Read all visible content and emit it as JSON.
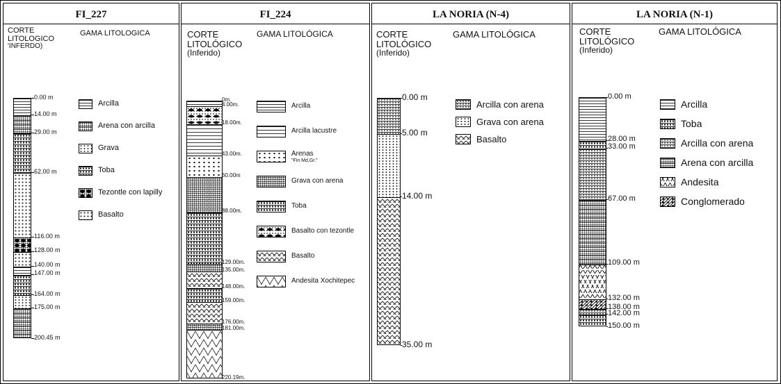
{
  "panels": [
    {
      "title": "FI_227",
      "corte": [
        "CORTE",
        "LITOLOGICO",
        "'INFERDO)"
      ],
      "gama": "GAMA LITOLOGICA",
      "legend": [
        {
          "label": "Arcilla",
          "pattern": "p-arcilla"
        },
        {
          "label": "Arena con arcilla",
          "pattern": "p-arena-arcilla"
        },
        {
          "label": "Grava",
          "pattern": "p-grava"
        },
        {
          "label": "Toba",
          "pattern": "p-toba"
        },
        {
          "label": "Tezontle con lapilly",
          "pattern": "p-tezontle"
        },
        {
          "label": "Basalto",
          "pattern": "p-basalto"
        }
      ],
      "column": {
        "top": 0.0,
        "bottom": 200.45
      },
      "layers": [
        {
          "from": 0,
          "to": 14,
          "pattern": "p-arcilla"
        },
        {
          "from": 14,
          "to": 29,
          "pattern": "p-arena-arcilla"
        },
        {
          "from": 29,
          "to": 62,
          "pattern": "p-toba"
        },
        {
          "from": 62,
          "to": 116,
          "pattern": "p-basalto"
        },
        {
          "from": 116,
          "to": 128,
          "pattern": "p-tezontle"
        },
        {
          "from": 128,
          "to": 140,
          "pattern": "p-basalto"
        },
        {
          "from": 140,
          "to": 147,
          "pattern": "p-arcilla"
        },
        {
          "from": 147,
          "to": 164,
          "pattern": "p-toba"
        },
        {
          "from": 164,
          "to": 175,
          "pattern": "p-grava"
        },
        {
          "from": 175,
          "to": 200.45,
          "pattern": "p-arena-arcilla"
        }
      ],
      "depths": [
        {
          "value": 0,
          "label": "0.00 m"
        },
        {
          "value": 14,
          "label": "14.00 m"
        },
        {
          "value": 29,
          "label": "29.00 m"
        },
        {
          "value": 62,
          "label": "62.00 m"
        },
        {
          "value": 116,
          "label": "116.00 m"
        },
        {
          "value": 128,
          "label": "128.00 m"
        },
        {
          "value": 140,
          "label": "140.00 m"
        },
        {
          "value": 147,
          "label": "147.00 m"
        },
        {
          "value": 164,
          "label": "164.00 m"
        },
        {
          "value": 175,
          "label": "175.00 m"
        },
        {
          "value": 200.45,
          "label": "200.45 m"
        }
      ]
    },
    {
      "title": "FI_224",
      "corte": [
        "CORTE",
        "LITOLÓGICO",
        "(Inferido)"
      ],
      "gama": "GAMA LITOLÓGICA",
      "legend": [
        {
          "label": "Arcilla",
          "pattern": "p-arcilla"
        },
        {
          "label": "Arcilla lacustre",
          "pattern": "p-arcilla-lac"
        },
        {
          "label": "Arenas\n\"Fin Md,Gr.\"",
          "pattern": "p-arenas"
        },
        {
          "label": "Grava con arena",
          "pattern": "p-grava-arena"
        },
        {
          "label": "Toba",
          "pattern": "p-toba"
        },
        {
          "label": "Basalto con tezontle",
          "pattern": "p-basalto-tez"
        },
        {
          "label": "Basalto",
          "pattern": "p-basalto-x"
        },
        {
          "label": "Andesita Xochitepec",
          "pattern": "p-andesita-light"
        }
      ],
      "column": {
        "top": 0.0,
        "bottom": 220.19
      },
      "layers": [
        {
          "from": 0,
          "to": 4,
          "pattern": "p-arcilla"
        },
        {
          "from": 4,
          "to": 18,
          "pattern": "p-basalto-tez"
        },
        {
          "from": 18,
          "to": 43,
          "pattern": "p-arcilla-lac"
        },
        {
          "from": 43,
          "to": 60,
          "pattern": "p-arenas"
        },
        {
          "from": 60,
          "to": 88,
          "pattern": "p-grava-arena"
        },
        {
          "from": 88,
          "to": 129,
          "pattern": "p-toba"
        },
        {
          "from": 129,
          "to": 135,
          "pattern": "p-grava-arena"
        },
        {
          "from": 135,
          "to": 148,
          "pattern": "p-basalto-x"
        },
        {
          "from": 148,
          "to": 159,
          "pattern": "p-toba"
        },
        {
          "from": 159,
          "to": 176,
          "pattern": "p-basalto-x"
        },
        {
          "from": 176,
          "to": 181,
          "pattern": "p-grava-arena"
        },
        {
          "from": 181,
          "to": 220.19,
          "pattern": "p-andesita-light"
        }
      ],
      "depths": [
        {
          "value": 0,
          "label": "0m."
        },
        {
          "value": 4,
          "label": "4.00m."
        },
        {
          "value": 18,
          "label": "18.00m."
        },
        {
          "value": 43,
          "label": "43.00m."
        },
        {
          "value": 60,
          "label": "60.00m"
        },
        {
          "value": 88,
          "label": "88.00m."
        },
        {
          "value": 129,
          "label": "129.00m."
        },
        {
          "value": 135,
          "label": "135.00m."
        },
        {
          "value": 148,
          "label": "148.00m."
        },
        {
          "value": 159,
          "label": "159.00m."
        },
        {
          "value": 176,
          "label": "176.00m."
        },
        {
          "value": 181,
          "label": "181.00m."
        },
        {
          "value": 220.19,
          "label": "220.19m."
        }
      ]
    },
    {
      "title": "LA NORIA (N-4)",
      "corte": [
        "CORTE",
        "LITOLÓGICO",
        "(Inferido)"
      ],
      "gama": "GAMA LITOLÓGICA",
      "legend": [
        {
          "label": "Arcilla con arena",
          "pattern": "p-arcilla-arena"
        },
        {
          "label": "Grava con arena",
          "pattern": "p-grava"
        },
        {
          "label": "Basalto",
          "pattern": "p-basalto-x"
        }
      ],
      "column": {
        "top": 0.0,
        "bottom": 35.0
      },
      "layers": [
        {
          "from": 0,
          "to": 5,
          "pattern": "p-arcilla-arena"
        },
        {
          "from": 5,
          "to": 14,
          "pattern": "p-grava"
        },
        {
          "from": 14,
          "to": 35,
          "pattern": "p-basalto-x"
        }
      ],
      "depths": [
        {
          "value": 0,
          "label": "0.00 m"
        },
        {
          "value": 5,
          "label": "5.00 m"
        },
        {
          "value": 14,
          "label": "14.00 m"
        },
        {
          "value": 35,
          "label": "35.00 m"
        }
      ]
    },
    {
      "title": "LA NORIA (N-1)",
      "corte": [
        "CORTE",
        "LITOLÓGICO",
        "(Inferido)"
      ],
      "gama": "GAMA LITOLÓGICA",
      "legend": [
        {
          "label": "Arcilla",
          "pattern": "p-arcilla"
        },
        {
          "label": "Toba",
          "pattern": "p-toba"
        },
        {
          "label": "Arcilla con arena",
          "pattern": "p-arcilla-arena"
        },
        {
          "label": "Arena con arcilla",
          "pattern": "p-arena-arcilla"
        },
        {
          "label": "Andesita",
          "pattern": "p-andesita"
        },
        {
          "label": "Conglomerado",
          "pattern": "p-conglomerado"
        }
      ],
      "column": {
        "top": 0.0,
        "bottom": 150.0
      },
      "layers": [
        {
          "from": 0,
          "to": 28,
          "pattern": "p-arcilla"
        },
        {
          "from": 28,
          "to": 33,
          "pattern": "p-toba"
        },
        {
          "from": 33,
          "to": 67,
          "pattern": "p-arcilla-arena"
        },
        {
          "from": 67,
          "to": 109,
          "pattern": "p-arena-arcilla"
        },
        {
          "from": 109,
          "to": 132,
          "pattern": "p-andesita"
        },
        {
          "from": 132,
          "to": 138,
          "pattern": "p-conglomerado"
        },
        {
          "from": 138,
          "to": 142,
          "pattern": "p-arcilla-arena"
        },
        {
          "from": 142,
          "to": 150,
          "pattern": "p-toba"
        }
      ],
      "depths": [
        {
          "value": 0,
          "label": "0.00 m"
        },
        {
          "value": 28,
          "label": "28.00 m"
        },
        {
          "value": 33,
          "label": "33.00 m"
        },
        {
          "value": 67,
          "label": "67.00 m"
        },
        {
          "value": 109,
          "label": "109.00 m"
        },
        {
          "value": 132,
          "label": "132.00 m"
        },
        {
          "value": 138,
          "label": "138.00 m"
        },
        {
          "value": 142,
          "label": "142.00 m"
        },
        {
          "value": 150,
          "label": "150.00 m"
        }
      ]
    }
  ]
}
